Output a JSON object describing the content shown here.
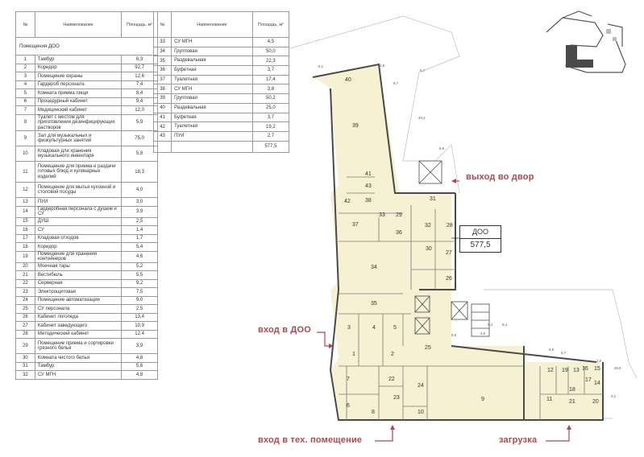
{
  "table_left": {
    "headers": {
      "num": "№",
      "name": "Наименование",
      "area": "Площадь, м²"
    },
    "section": "Помещения ДОО",
    "rows": [
      {
        "num": "1",
        "name": "Тамбур",
        "area": "6,3"
      },
      {
        "num": "2",
        "name": "Коридор",
        "area": "92,7"
      },
      {
        "num": "3",
        "name": "Помещение охраны",
        "area": "12,6"
      },
      {
        "num": "4",
        "name": "Гардероб персонала",
        "area": "7,4"
      },
      {
        "num": "5",
        "name": "Комната приема пищи",
        "area": "8,4"
      },
      {
        "num": "6",
        "name": "Процедурный кабинет",
        "area": "9,4"
      },
      {
        "num": "7",
        "name": "Медицинский кабинет",
        "area": "12,0"
      },
      {
        "num": "8",
        "name": "Туалет с местом для приготовления дезинфицирующих растворов",
        "area": "5,9"
      },
      {
        "num": "9",
        "name": "Зал для музыкальных и физкультурных занятий",
        "area": "75,0"
      },
      {
        "num": "10",
        "name": "Кладовая для хранения музыкального инвентаря",
        "area": "5,8"
      },
      {
        "num": "11",
        "name": "Помещение для приема и раздачи готовых блюд и кулинарных изделий",
        "area": "18,3"
      },
      {
        "num": "12",
        "name": "Помещение для мытья кухонной и столовой посуды",
        "area": "4,0"
      },
      {
        "num": "13",
        "name": "ПУИ",
        "area": "3,0"
      },
      {
        "num": "14",
        "name": "Гардеробная персонала с душем и СУ",
        "area": "3,9"
      },
      {
        "num": "15",
        "name": "ДУШ",
        "area": "2,5"
      },
      {
        "num": "16",
        "name": "СУ",
        "area": "1,4"
      },
      {
        "num": "17",
        "name": "Кладовая отходов",
        "area": "1,7"
      },
      {
        "num": "18",
        "name": "Коридор",
        "area": "5,4"
      },
      {
        "num": "19",
        "name": "Помещение для хранения контейнеров",
        "area": "4,6"
      },
      {
        "num": "20",
        "name": "Моечная тары",
        "area": "5,2"
      },
      {
        "num": "21",
        "name": "Вестибюль",
        "area": "5,5"
      },
      {
        "num": "22",
        "name": "Серверная",
        "area": "9,2"
      },
      {
        "num": "23",
        "name": "Электрощитовая",
        "area": "7,5"
      },
      {
        "num": "24",
        "name": "Помещение автоматизации",
        "area": "9,0"
      },
      {
        "num": "25",
        "name": "СУ персонала",
        "area": "2,5"
      },
      {
        "num": "26",
        "name": "Кабинет логопеда",
        "area": "13,4"
      },
      {
        "num": "27",
        "name": "Кабинет заведующего",
        "area": "10,9"
      },
      {
        "num": "28",
        "name": "Методический кабинет",
        "area": "12,4"
      },
      {
        "num": "29",
        "name": "Помещение приема и сортировки грязного белья",
        "area": "3,9"
      },
      {
        "num": "30",
        "name": "Комната чистого белья",
        "area": "4,8"
      },
      {
        "num": "31",
        "name": "Тамбур",
        "area": "5,6"
      },
      {
        "num": "32",
        "name": "СУ МГН",
        "area": "4,8"
      }
    ]
  },
  "table_right": {
    "headers": {
      "num": "№",
      "name": "Наименование",
      "area": "Площадь, м²"
    },
    "rows": [
      {
        "num": "33",
        "name": "СУ МГН",
        "area": "4,5"
      },
      {
        "num": "34",
        "name": "Групповая",
        "area": "50,0"
      },
      {
        "num": "35",
        "name": "Раздевальная",
        "area": "22,3"
      },
      {
        "num": "36",
        "name": "Буфетная",
        "area": "3,7"
      },
      {
        "num": "37",
        "name": "Туалетная",
        "area": "17,4"
      },
      {
        "num": "38",
        "name": "СУ МГН",
        "area": "3,8"
      },
      {
        "num": "39",
        "name": "Групповая",
        "area": "50,2"
      },
      {
        "num": "40",
        "name": "Раздевальная",
        "area": "25,0"
      },
      {
        "num": "41",
        "name": "Буфетная",
        "area": "3,7"
      },
      {
        "num": "42",
        "name": "Туалетная",
        "area": "19,2"
      },
      {
        "num": "43",
        "name": "ПУИ",
        "area": "2,7"
      },
      {
        "num": "",
        "name": "",
        "area": "577,5"
      }
    ]
  },
  "plan": {
    "room_labels": [
      "40",
      "39",
      "41",
      "43",
      "38",
      "42",
      "33",
      "29",
      "37",
      "36",
      "32",
      "28",
      "30",
      "27",
      "34",
      "26",
      "35",
      "3",
      "4",
      "5",
      "25",
      "1",
      "2",
      "7",
      "22",
      "24",
      "9",
      "6",
      "8",
      "23",
      "10",
      "11",
      "12",
      "19",
      "13",
      "14",
      "15",
      "16",
      "17",
      "18",
      "21",
      "20",
      "31"
    ],
    "small_labels": [
      "5,1",
      "4,8",
      "9,7",
      "6,7",
      "20,4",
      "5,6",
      "5,4",
      "5,4",
      "3,5",
      "5,6",
      "4,9",
      "6,7",
      "3,5",
      "25,5",
      "9,1"
    ],
    "colors": {
      "fill": "#f5f1d2",
      "wall": "#4a4a4a",
      "accent": "#b2474d"
    }
  },
  "callouts": {
    "exit_yard": "выход во двор",
    "enter_doo": "вход в ДОО",
    "enter_tech": "вход в тех. помещение",
    "loading": "загрузка"
  },
  "doo_box": {
    "label": "ДОО",
    "value": "577,5"
  }
}
